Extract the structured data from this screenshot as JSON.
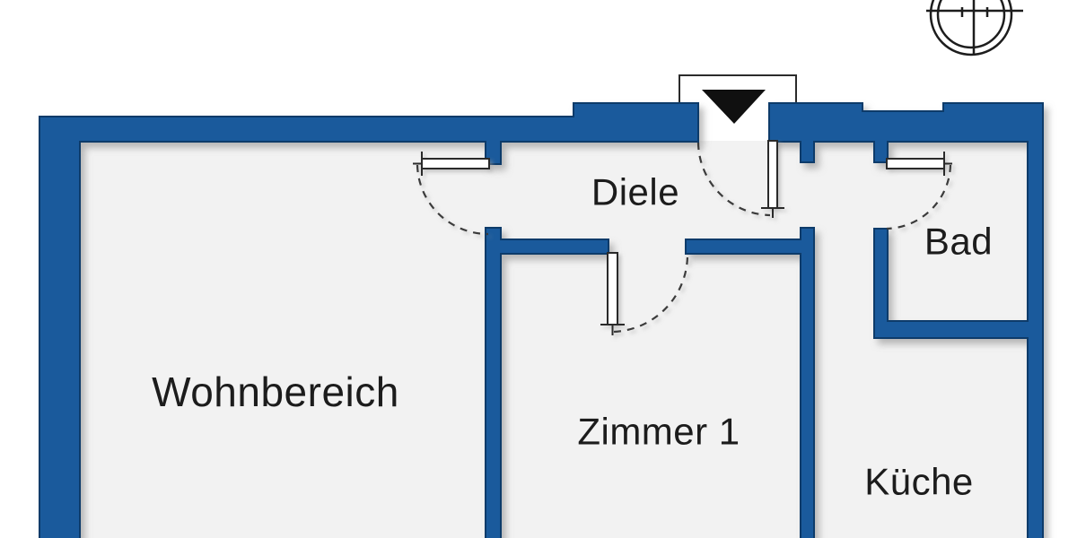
{
  "plan": {
    "title": "apartment-floor-plan",
    "rooms": [
      {
        "label": "Wohnbereich"
      },
      {
        "label": "Diele"
      },
      {
        "label": "Zimmer 1"
      },
      {
        "label": "Bad"
      },
      {
        "label": "Küche"
      }
    ],
    "doors": [
      {
        "name": "door-wohnbereich"
      },
      {
        "name": "door-zimmer1"
      },
      {
        "name": "door-entrance"
      },
      {
        "name": "door-bad"
      }
    ],
    "icons": [
      {
        "name": "compass-icon"
      },
      {
        "name": "entrance-arrow-icon"
      }
    ]
  },
  "colors": {
    "wall": "#1a5a9c",
    "wall_edge": "#0c3a6b",
    "floor": "#f2f2f2",
    "background": "#ffffff",
    "text": "#1c1c1c",
    "line": "#3a3a3a"
  }
}
